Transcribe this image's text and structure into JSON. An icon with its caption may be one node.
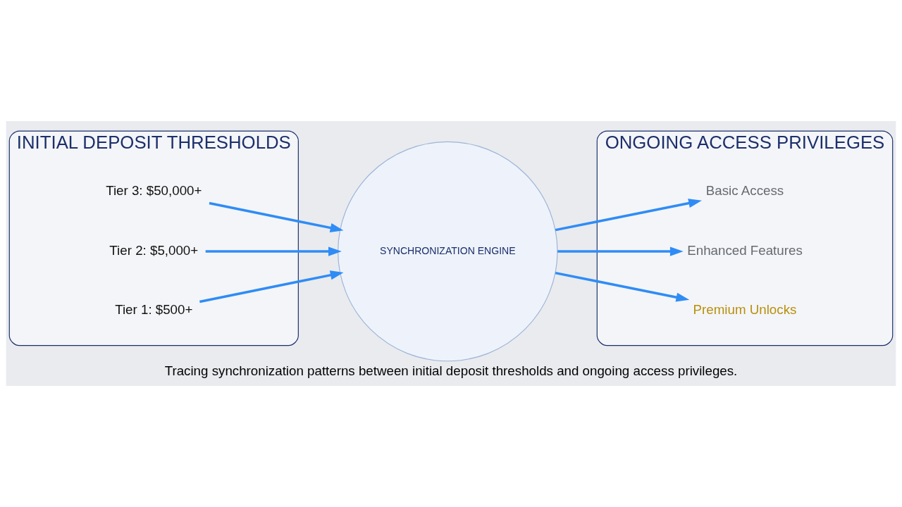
{
  "diagram": {
    "caption": "Tracing synchronization patterns between initial deposit thresholds and ongoing access privileges.",
    "nodes": [
      {
        "text": [
          "INITIAL DEPOSIT THRESHOLDS"
        ]
      },
      {
        "text": [
          "Tier 3: $50,000+"
        ],
        "in": 0
      },
      {
        "text": [
          "Tier 2: $5,000+"
        ],
        "in": 0
      },
      {
        "text": [
          "Tier 1: $500+"
        ],
        "in": 0
      },
      {
        "text": [
          "SYNCHRONIZATION ENGINE"
        ]
      },
      {
        "text": [
          "ONGOING ACCESS PRIVILEGES"
        ]
      },
      {
        "text": [
          "Basic Access"
        ],
        "in": 5
      },
      {
        "text": [
          "Enhanced Features"
        ],
        "in": 5
      },
      {
        "text": [
          "Premium Unlocks"
        ],
        "in": 5
      }
    ],
    "edges": [
      {
        "from": 1,
        "to": 4,
        "arrow": "to"
      },
      {
        "from": 2,
        "to": 4,
        "arrow": "to"
      },
      {
        "from": 3,
        "to": 4,
        "arrow": "to"
      },
      {
        "from": 4,
        "to": 6,
        "arrow": "to"
      },
      {
        "from": 4,
        "to": 7,
        "arrow": "to"
      },
      {
        "from": 4,
        "to": 8,
        "arrow": "to"
      }
    ]
  }
}
